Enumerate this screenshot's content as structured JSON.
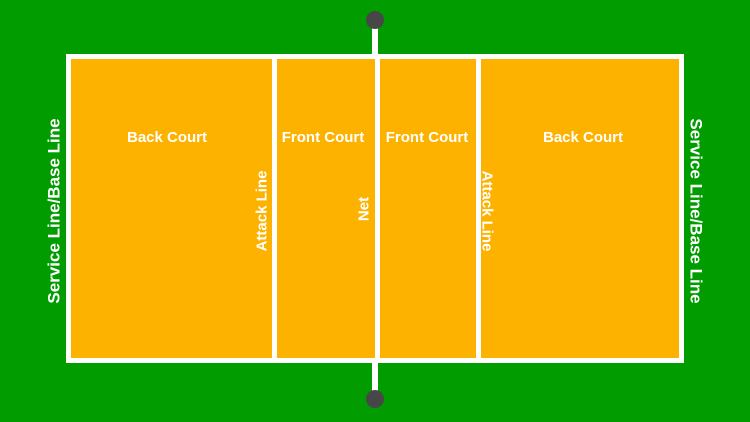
{
  "colors": {
    "grass": "#009c00",
    "court": "#feb200",
    "lines": "#ffffff",
    "net_post": "#474747"
  },
  "zones": {
    "left_back": "Back Court",
    "left_front": "Front Court",
    "right_front": "Front Court",
    "right_back": "Back Court"
  },
  "lines": {
    "left_service": "Service Line/Base Line",
    "right_service": "Service Line/Base Line",
    "left_attack": "Attack Line",
    "right_attack": "Attack Line",
    "net": "Net"
  }
}
